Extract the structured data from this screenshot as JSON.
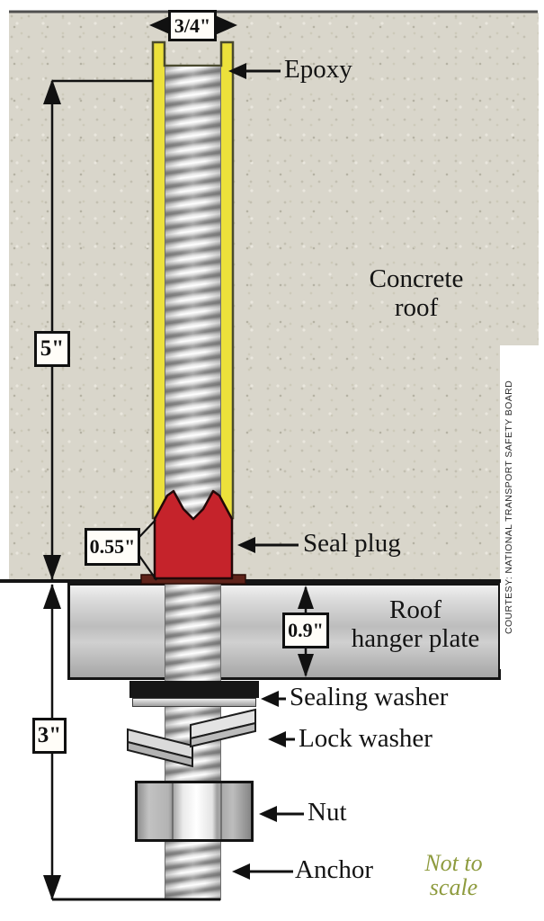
{
  "labels": {
    "epoxy": "Epoxy",
    "concrete_roof": [
      "Concrete",
      "roof"
    ],
    "seal_plug": "Seal plug",
    "roof_hanger_plate": [
      "Roof",
      "hanger plate"
    ],
    "sealing_washer": "Sealing washer",
    "lock_washer": "Lock washer",
    "nut": "Nut",
    "anchor": "Anchor",
    "not_to_scale": [
      "Not to",
      "scale"
    ]
  },
  "dimensions": {
    "anchor_diameter": "3/4\"",
    "embedment_depth": "5\"",
    "seal_plug_height": "0.55\"",
    "plate_thickness": "0.9\"",
    "exposed_length": "3\""
  },
  "credit": "COURTESY: NATIONAL TRANSPORT SAFETY BOARD",
  "colors": {
    "epoxy": "#ece13b",
    "seal_plug": "#c5232b",
    "seal_flange": "#5f231a",
    "not_to_scale_text": "#8e9b3e",
    "concrete": "#d9d6cb"
  }
}
